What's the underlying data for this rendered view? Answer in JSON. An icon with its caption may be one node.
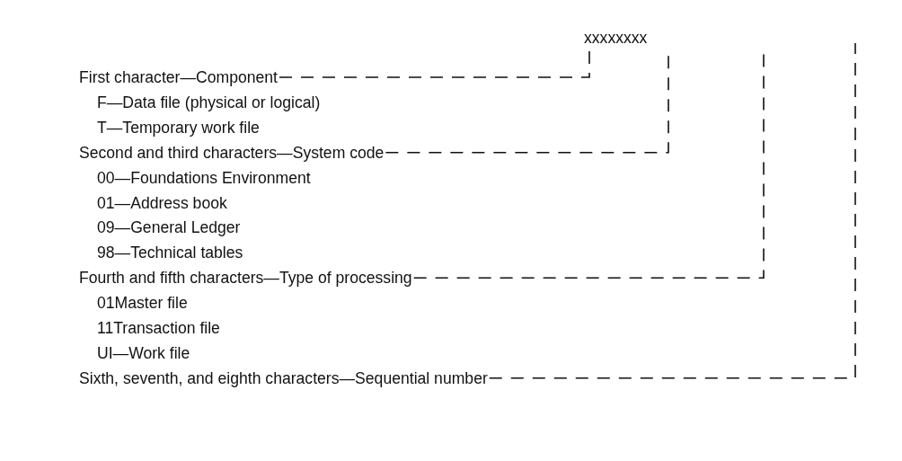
{
  "diagram": {
    "nodes": [
      {
        "text": [
          "xxxxxxxx"
        ]
      },
      {
        "text": [
          "First character—Component"
        ]
      },
      {
        "text": [
          "Second and third characters—System code"
        ]
      },
      {
        "text": [
          "Fourth and fifth characters—Type of processing"
        ]
      },
      {
        "text": [
          "Sixth, seventh, and eighth characters—Sequential number"
        ]
      }
    ],
    "edges": [
      {
        "from": 1,
        "to": 0,
        "arrow": "none",
        "style": "dashed"
      },
      {
        "from": 2,
        "to": 0,
        "arrow": "none",
        "style": "dashed"
      },
      {
        "from": 3,
        "to": null,
        "arrow": "none",
        "style": "dashed"
      },
      {
        "from": 4,
        "to": null,
        "arrow": "none",
        "style": "dashed"
      }
    ],
    "labels": [
      "F—Data file (physical or logical)",
      "T—Temporary work file",
      "00—Foundations Environment",
      "01—Address book",
      "09—General Ledger",
      "98—Technical tables",
      "01Master file",
      "11Transaction file",
      "UI—Work file"
    ]
  }
}
